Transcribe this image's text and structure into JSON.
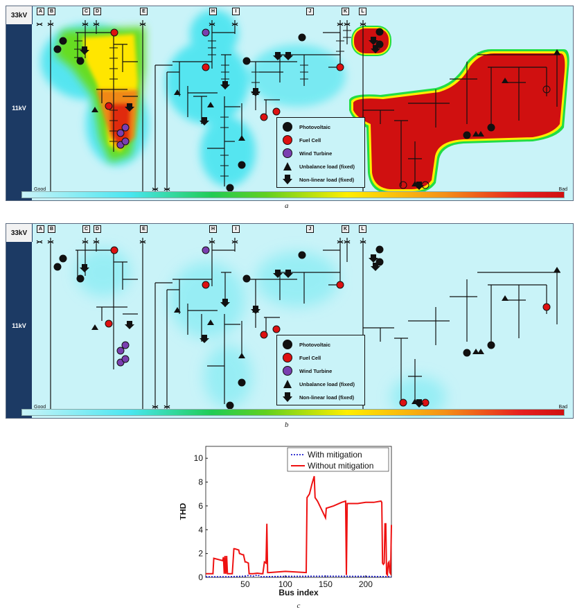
{
  "panels": [
    {
      "id": "a",
      "caption": "a",
      "voltage_top": "33kV",
      "voltage_bottom": "11kV",
      "feeders": [
        "A",
        "B",
        "C",
        "D",
        "E",
        "H",
        "I",
        "J",
        "K",
        "L"
      ],
      "colorbar": {
        "low_label": "Good",
        "high_label": "Bad"
      },
      "legend": [
        {
          "symbol": "circle-black",
          "label": "Photovoltaic"
        },
        {
          "symbol": "circle-red",
          "label": "Fuel Cell"
        },
        {
          "symbol": "circle-purple",
          "label": "Wind Turbine"
        },
        {
          "symbol": "triangle-up",
          "label": "Unbalance load (fixed)"
        },
        {
          "symbol": "arrow-down",
          "label": "Non-linear load (fixed)"
        }
      ]
    },
    {
      "id": "b",
      "caption": "b",
      "voltage_top": "33kV",
      "voltage_bottom": "11kV",
      "feeders": [
        "A",
        "B",
        "C",
        "D",
        "E",
        "H",
        "I",
        "J",
        "K",
        "L"
      ],
      "colorbar": {
        "low_label": "Good",
        "high_label": "Bad"
      },
      "legend": [
        {
          "symbol": "circle-black",
          "label": "Photovoltaic"
        },
        {
          "symbol": "circle-red",
          "label": "Fuel Cell"
        },
        {
          "symbol": "circle-purple",
          "label": "Wind Turbine"
        },
        {
          "symbol": "triangle-up",
          "label": "Unbalance load (fixed)"
        },
        {
          "symbol": "arrow-down",
          "label": "Non-linear load (fixed)"
        }
      ]
    }
  ],
  "colors": {
    "background": "#c9f3f8",
    "sidebar": "#1c3a64",
    "photovoltaic": "#111111",
    "fuel_cell": "#dd1111",
    "wind_turbine": "#7a3fb0",
    "heat_bad": "#d01010",
    "heat_mid": "#ffee00",
    "heat_low": "#40e0f0",
    "series_with": "#1a1acc",
    "series_without": "#ee1111"
  },
  "chart_data": {
    "type": "line",
    "caption": "c",
    "title": "",
    "xlabel": "Bus index",
    "ylabel": "THD",
    "xlim": [
      1,
      232
    ],
    "ylim": [
      0,
      11
    ],
    "xticks": [
      50,
      100,
      150,
      200
    ],
    "yticks": [
      0,
      2,
      4,
      6,
      8,
      10
    ],
    "grid": false,
    "legend_position": "upper right",
    "series": [
      {
        "name": "With mitigation",
        "style": "dotted",
        "color": "#1a1acc",
        "x": [
          1,
          30,
          50,
          53,
          60,
          65,
          70,
          100,
          150,
          200,
          232
        ],
        "y": [
          0.05,
          0.05,
          0.1,
          0.15,
          0.1,
          0.2,
          0.05,
          0.08,
          0.1,
          0.08,
          0.05
        ]
      },
      {
        "name": "Without mitigation",
        "style": "solid",
        "color": "#ee1111",
        "x": [
          1,
          10,
          11,
          22,
          23,
          24,
          25,
          26,
          27,
          28,
          29,
          34,
          36,
          37,
          42,
          43,
          47,
          48,
          50,
          51,
          54,
          55,
          60,
          65,
          70,
          72,
          74,
          76,
          77,
          78,
          80,
          100,
          126,
          127,
          130,
          133,
          136,
          137,
          140,
          150,
          151,
          160,
          170,
          175,
          176,
          177,
          178,
          180,
          190,
          200,
          210,
          219,
          220,
          221,
          222,
          223,
          224,
          225,
          226,
          227,
          228,
          229,
          230,
          231,
          232
        ],
        "y": [
          0.3,
          0.3,
          1.6,
          1.4,
          1.7,
          0.3,
          1.8,
          0.3,
          1.8,
          0.3,
          0.3,
          0.3,
          2.4,
          2.4,
          2.3,
          2.0,
          1.9,
          1.9,
          1.3,
          1.3,
          1.2,
          0.3,
          0.3,
          0.35,
          0.3,
          0.3,
          1.3,
          1.2,
          4.5,
          0.4,
          0.4,
          0.5,
          0.4,
          6.7,
          7.0,
          7.8,
          8.5,
          6.7,
          6.4,
          5.0,
          5.8,
          6.0,
          6.3,
          6.4,
          0.2,
          6.2,
          6.2,
          6.2,
          6.2,
          6.3,
          6.3,
          6.4,
          6.3,
          1.2,
          1.1,
          1.2,
          4.5,
          4.5,
          0.3,
          0.2,
          1.2,
          1.3,
          0.4,
          0.3,
          4.4
        ]
      }
    ]
  }
}
